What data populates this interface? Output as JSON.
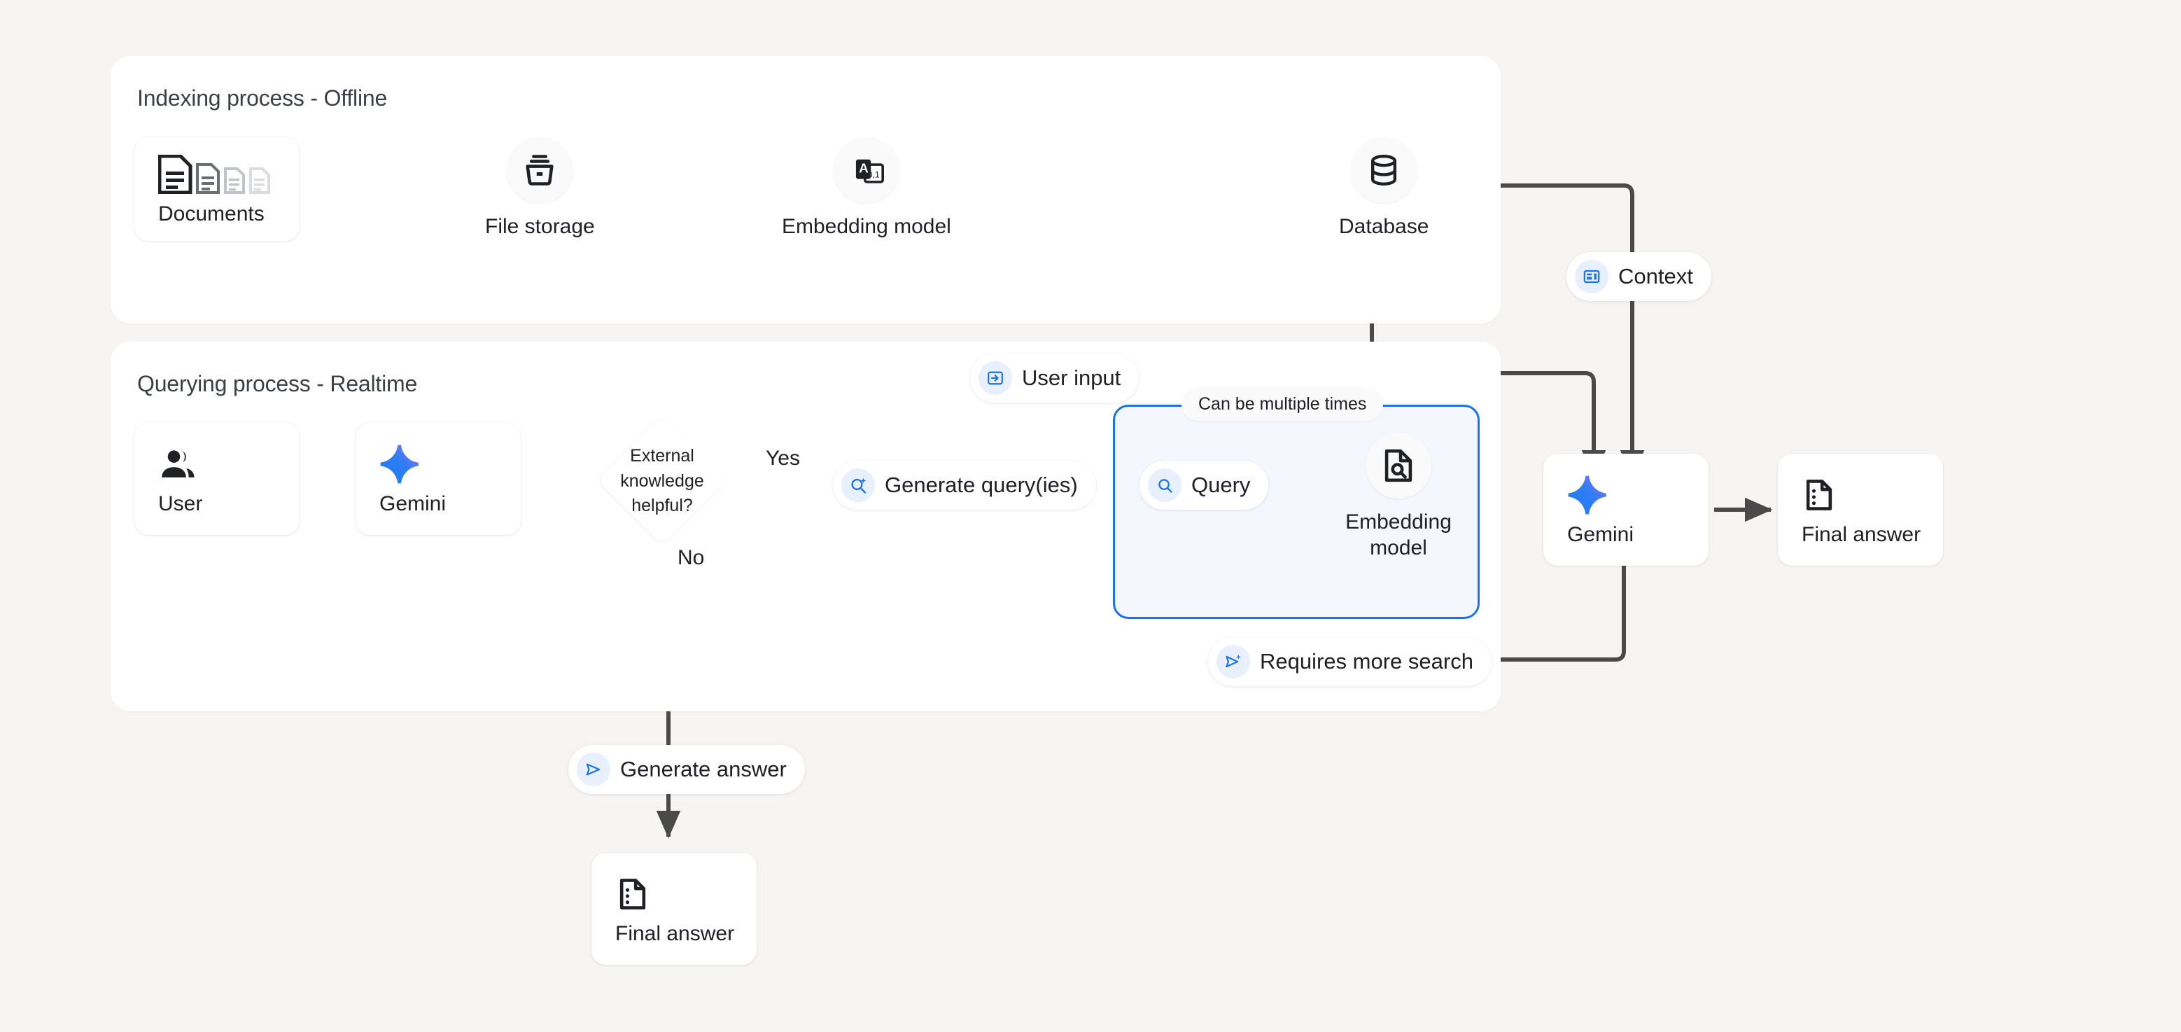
{
  "canvas": {
    "background": "#f6f5f3",
    "accent_blue": "#1a73e8",
    "line_color": "#4a4a4a"
  },
  "panels": [
    {
      "id": "indexing",
      "title": "Indexing process - Offline"
    },
    {
      "id": "querying",
      "title": "Querying process - Realtime"
    }
  ],
  "indexing": {
    "nodes": [
      {
        "id": "documents",
        "label": "Documents",
        "icon": "documents-icon",
        "shape": "card"
      },
      {
        "id": "file-storage",
        "label": "File storage",
        "icon": "file-storage-icon",
        "shape": "circle"
      },
      {
        "id": "embedding-model",
        "label": "Embedding model",
        "icon": "translate-a-01-icon",
        "shape": "circle"
      },
      {
        "id": "database",
        "label": "Database",
        "icon": "database-icon",
        "shape": "circle"
      }
    ]
  },
  "querying": {
    "nodes": [
      {
        "id": "user",
        "label": "User",
        "icon": "user-group-icon",
        "shape": "card"
      },
      {
        "id": "gemini-1",
        "label": "Gemini",
        "icon": "gemini-sparkle-icon",
        "shape": "card"
      },
      {
        "id": "embedding-model-2",
        "label": "Embedding model",
        "icon": "document-search-icon",
        "shape": "circle"
      },
      {
        "id": "gemini-2",
        "label": "Gemini",
        "icon": "gemini-sparkle-icon",
        "shape": "card"
      },
      {
        "id": "final-answer",
        "label": "Final answer",
        "icon": "answer-doc-icon",
        "shape": "card"
      },
      {
        "id": "final-answer-2",
        "label": "Final answer",
        "icon": "answer-doc-icon",
        "shape": "card"
      }
    ],
    "decision": {
      "id": "external-knowledge",
      "text": "External knowledge helpful?"
    },
    "branch_labels": {
      "yes": "Yes",
      "no": "No"
    },
    "pills": [
      {
        "id": "user-input",
        "label": "User input",
        "icon": "login-arrow-icon"
      },
      {
        "id": "generate-queries",
        "label": "Generate query(ies)",
        "icon": "search-sparkle-icon"
      },
      {
        "id": "query",
        "label": "Query",
        "icon": "search-icon"
      },
      {
        "id": "requires-more-search",
        "label": "Requires more search",
        "icon": "send-sparkle-icon"
      },
      {
        "id": "generate-answer",
        "label": "Generate answer",
        "icon": "send-icon"
      },
      {
        "id": "context",
        "label": "Context",
        "icon": "context-panel-icon"
      }
    ],
    "loop_note": "Can be multiple times"
  }
}
